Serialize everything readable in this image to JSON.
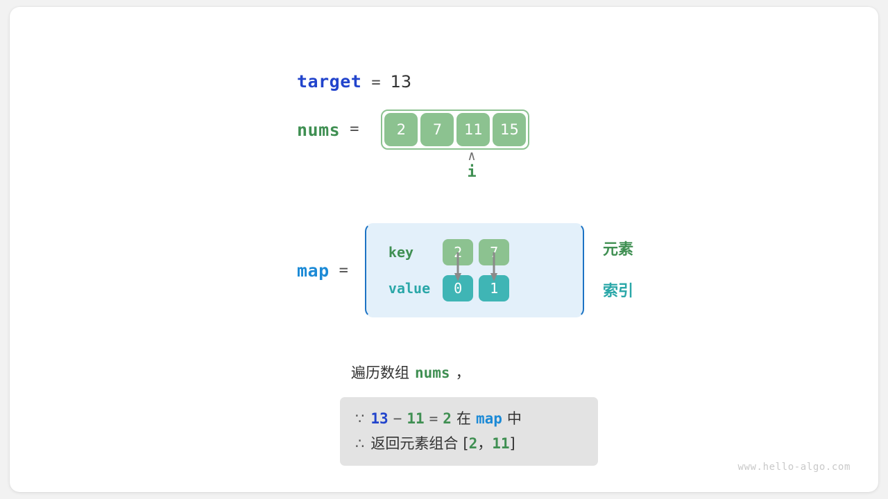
{
  "diagram": {
    "title_watermark": "www.hello-algo.com",
    "target": {
      "label": "target",
      "equals": "=",
      "value": "13"
    },
    "nums": {
      "label": "nums",
      "equals": "=",
      "cells": [
        "2",
        "7",
        "11",
        "15"
      ]
    },
    "pointer": {
      "caret": "∧",
      "name": "i",
      "points_at_index": 2
    },
    "map": {
      "label": "map",
      "equals": "=",
      "row_labels": {
        "key": "key",
        "value": "value"
      },
      "entries": [
        {
          "key": "2",
          "value": "0"
        },
        {
          "key": "7",
          "value": "1"
        }
      ],
      "side_labels": {
        "key": "元素",
        "value": "索引"
      }
    },
    "caption": {
      "prefix": "遍历数组",
      "code": "nums",
      "suffix": "，"
    },
    "conclusion": {
      "line1": {
        "symbol": "∵",
        "a": "13",
        "minus": "−",
        "b": "11",
        "eq": "=",
        "c": "2",
        "zai": "在",
        "map": "map",
        "zhong": "中"
      },
      "line2": {
        "symbol": "∴",
        "text": "返回元素组合",
        "bracket_open": "[",
        "v1": "2",
        "comma": "，",
        "v2": "11",
        "bracket_close": "]"
      }
    },
    "colors": {
      "green": "#3f8f52",
      "cell_green": "#8cc290",
      "teal": "#2aa7a8",
      "cell_teal": "#3fb5b5",
      "blue_dark": "#2244cc",
      "blue_light": "#1c8ad6",
      "map_box_bg": "#e3f0fa",
      "map_box_border": "#1c73c4",
      "concl_bg": "#e3e3e3"
    }
  }
}
